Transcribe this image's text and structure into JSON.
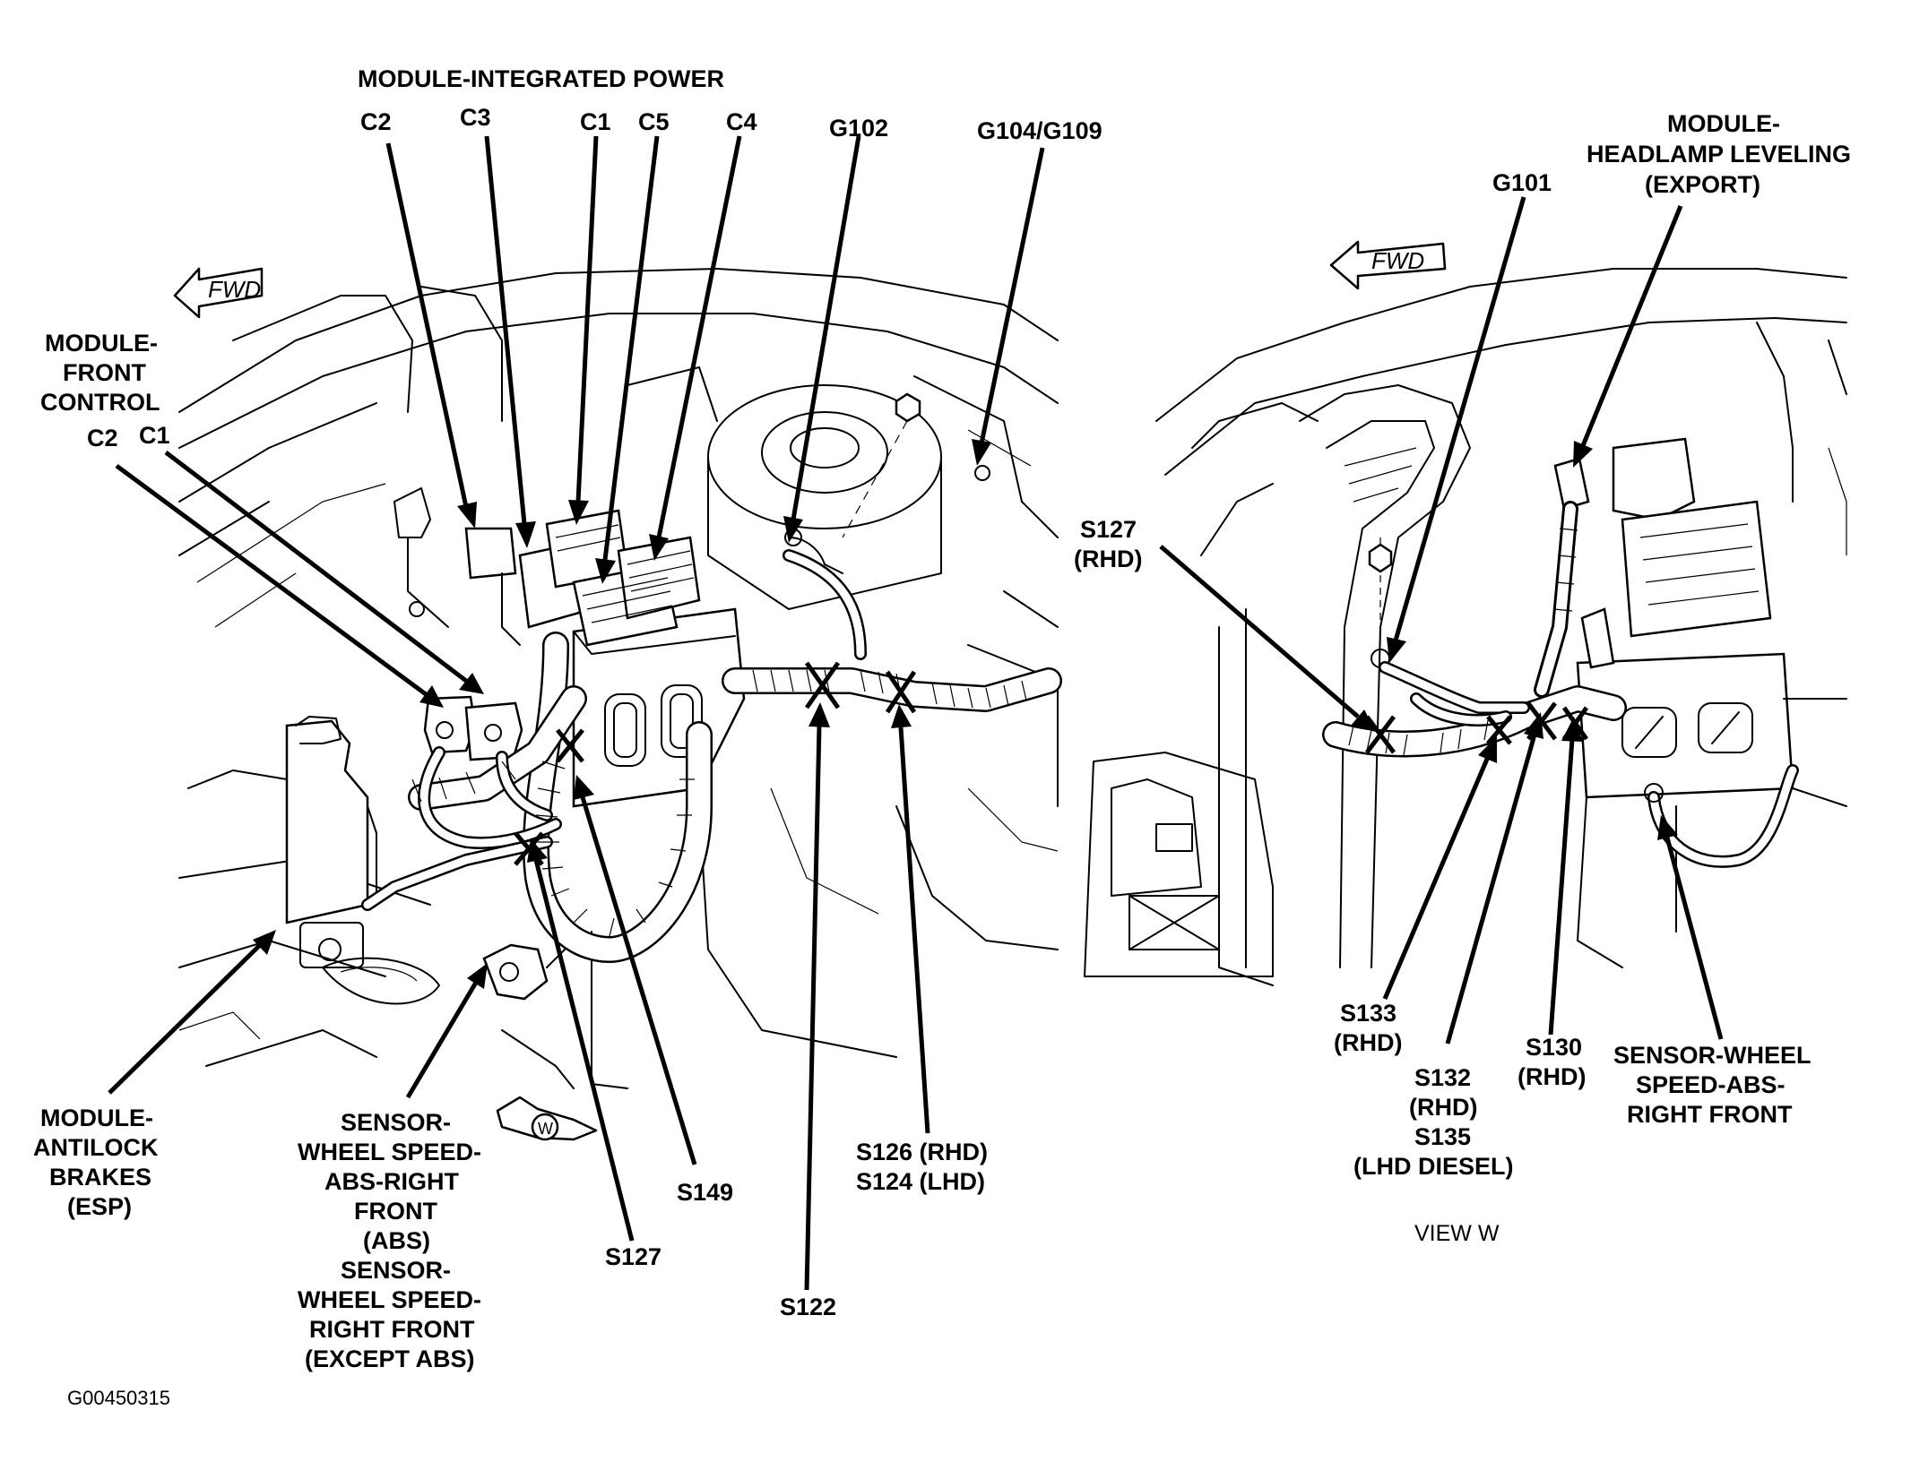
{
  "labels": {
    "module_integrated_power": "MODULE-INTEGRATED POWER",
    "c2_top": "C2",
    "c3": "C3",
    "c1_top": "C1",
    "c5": "C5",
    "c4": "C4",
    "g102": "G102",
    "g104_g109": "G104/G109",
    "front_control_1": "MODULE-",
    "front_control_2": "FRONT",
    "front_control_3": "CONTROL",
    "c2_left": "C2",
    "c1_left": "C1",
    "abs_1": "MODULE-",
    "abs_2": "ANTILOCK",
    "abs_3": "BRAKES",
    "abs_4": "(ESP)",
    "sensor_1": "SENSOR-",
    "sensor_2": "WHEEL SPEED-",
    "sensor_3": "ABS-RIGHT",
    "sensor_4": "FRONT",
    "sensor_5": "(ABS)",
    "sensor_6": "SENSOR-",
    "sensor_7": "WHEEL SPEED-",
    "sensor_8": "RIGHT FRONT",
    "sensor_9": "(EXCEPT ABS)",
    "s127": "S127",
    "s149": "S149",
    "s122": "S122",
    "s126": "S126 (RHD)",
    "s124": "S124 (LHD)",
    "g101": "G101",
    "hl_1": "MODULE-",
    "hl_2": "HEADLAMP LEVELING",
    "hl_3": "(EXPORT)",
    "s127r_1": "S127",
    "s127r_2": "(RHD)",
    "s133_1": "S133",
    "s133_2": "(RHD)",
    "s132_1": "S132",
    "s132_2": "(RHD)",
    "s135_1": "S135",
    "s135_2": "(LHD DIESEL)",
    "s130_1": "S130",
    "s130_2": "(RHD)",
    "sr_1": "SENSOR-WHEEL",
    "sr_2": "SPEED-ABS-",
    "sr_3": "RIGHT FRONT",
    "view_w": "VIEW W",
    "fig_id": "G00450315",
    "fwd_left": "FWD",
    "fwd_right": "FWD",
    "view_marker": "W"
  }
}
